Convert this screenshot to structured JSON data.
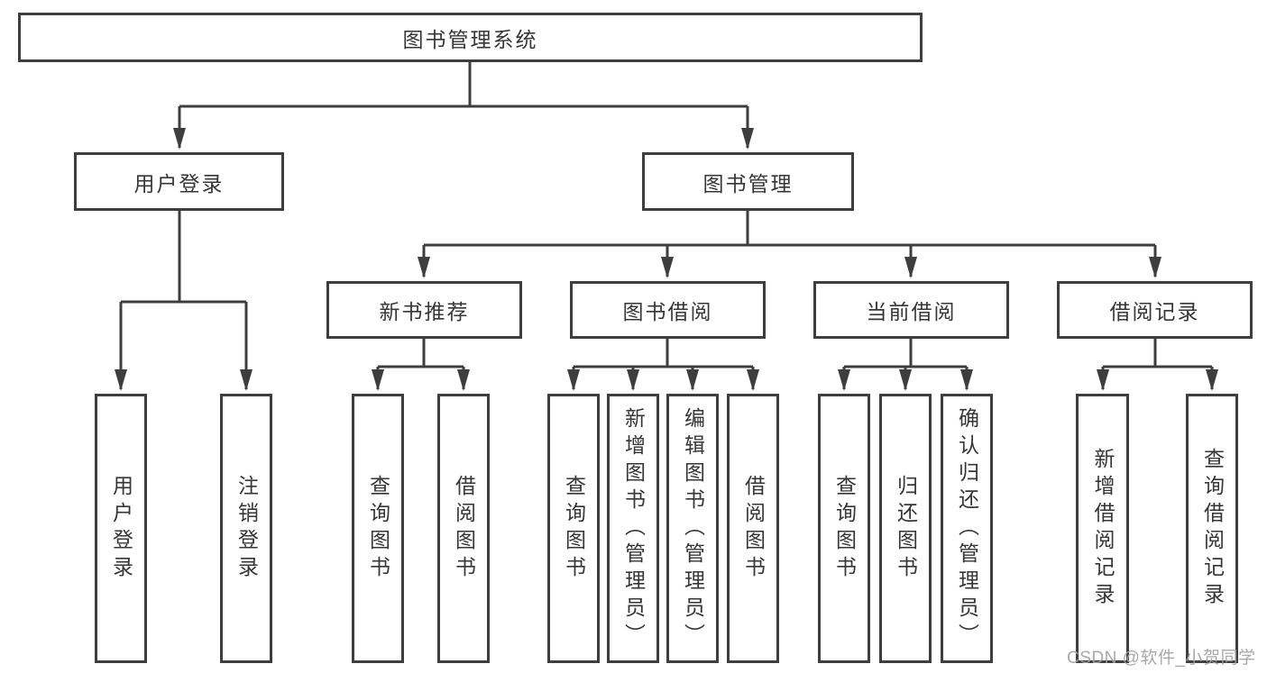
{
  "tree": {
    "label": "图书管理系统",
    "children": [
      {
        "label": "用户登录",
        "children": [
          {
            "label": "用户登录"
          },
          {
            "label": "注销登录"
          }
        ]
      },
      {
        "label": "图书管理",
        "children": [
          {
            "label": "新书推荐",
            "children": [
              {
                "label": "查询图书"
              },
              {
                "label": "借阅图书"
              }
            ]
          },
          {
            "label": "图书借阅",
            "children": [
              {
                "label": "查询图书"
              },
              {
                "label": "新增图书（管理员）"
              },
              {
                "label": "编辑图书（管理员）"
              },
              {
                "label": "借阅图书"
              }
            ]
          },
          {
            "label": "当前借阅",
            "children": [
              {
                "label": "查询图书"
              },
              {
                "label": "归还图书"
              },
              {
                "label": "确认归还（管理员）"
              }
            ]
          },
          {
            "label": "借阅记录",
            "children": [
              {
                "label": "新增借阅记录"
              },
              {
                "label": "查询借阅记录"
              }
            ]
          }
        ]
      }
    ]
  },
  "watermark": {
    "text": "CSDN @软件_小贺同学"
  },
  "colors": {
    "line": "#3e3e3e",
    "text": "#363636",
    "watermark": "#a2a2a2",
    "background": "#ffffff"
  }
}
